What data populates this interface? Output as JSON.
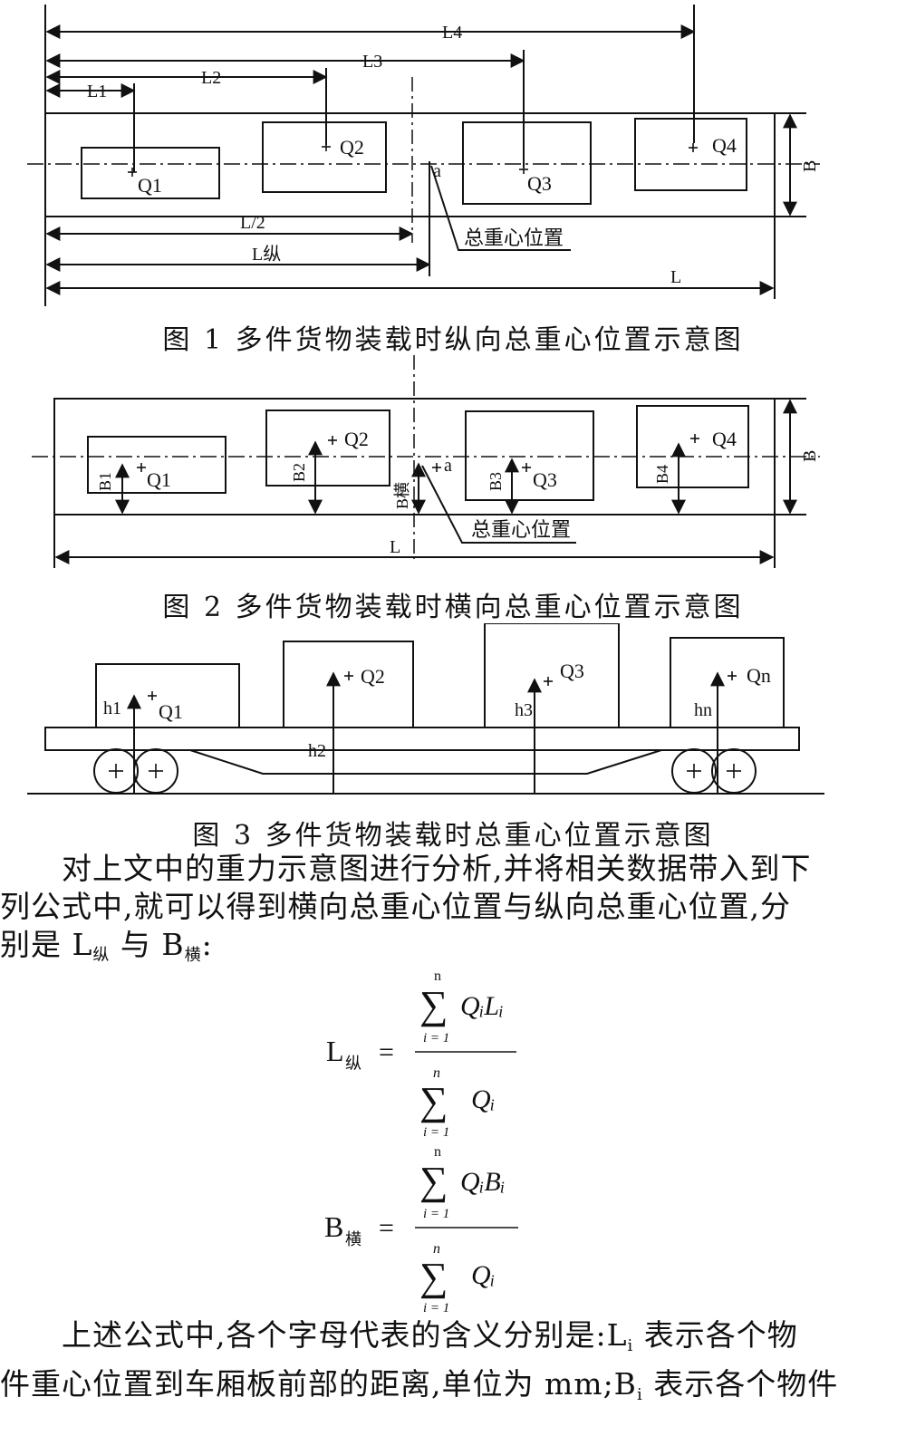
{
  "fig1": {
    "caption": "图 1  多件货物装载时纵向总重心位置示意图",
    "dims": {
      "l1": "L1",
      "l2": "L2",
      "l3": "L3",
      "l4": "L4",
      "lhalf": "L/2",
      "lzong": "L纵",
      "l": "L",
      "b": "B"
    },
    "loads": [
      "Q1",
      "Q2",
      "Q3",
      "Q4"
    ],
    "point_a": "a",
    "cg_label": "总重心位置"
  },
  "fig2": {
    "caption": "图 2  多件货物装载时横向总重心位置示意图",
    "dims": {
      "b1": "B1",
      "b2": "B2",
      "b3": "B3",
      "b4": "B4",
      "bheng": "B横",
      "l": "L",
      "b": "B"
    },
    "loads": [
      "Q1",
      "Q2",
      "Q3",
      "Q4"
    ],
    "point_a": "a",
    "cg_label": "总重心位置"
  },
  "fig3": {
    "caption": "图 3  多件货物装载时总重心位置示意图",
    "loads": [
      "Q1",
      "Q2",
      "Q3",
      "Qn"
    ],
    "heights": [
      "h1",
      "h2",
      "h3",
      "hn"
    ]
  },
  "text": {
    "para1_line1": "对上文中的重力示意图进行分析,并将相关数据带入到下",
    "para1_line2": "列公式中,就可以得到横向总重心位置与纵向总重心位置,分",
    "para1_line3_a": "别是 L",
    "para1_line3_sub1": "纵",
    "para1_line3_b": "与 B",
    "para1_line3_sub2": "横",
    "para1_line3_c": ":",
    "para2_line1_a": "上述公式中,各个字母代表的含义分别是:L",
    "para2_line1_sub": "i",
    "para2_line1_b": " 表示各个物",
    "para2_line2_a": "件重心位置到车厢板前部的距离,单位为 mm;B",
    "para2_line2_sub": "i",
    "para2_line2_b": " 表示各个物件"
  },
  "formulas": {
    "f1": {
      "lhs": "L",
      "lhs_sub": "纵",
      "eq": "=",
      "num_top": "n",
      "num_bottom": "i = 1",
      "num_term": "QᵢLᵢ",
      "den_top": "n",
      "den_bottom": "i = 1",
      "den_term": "Qᵢ"
    },
    "f2": {
      "lhs": "B",
      "lhs_sub": "横",
      "eq": "=",
      "num_top": "n",
      "num_bottom": "i = 1",
      "num_term": "QᵢBᵢ",
      "den_top": "n",
      "den_bottom": "i = 1",
      "den_term": "Qᵢ"
    }
  }
}
